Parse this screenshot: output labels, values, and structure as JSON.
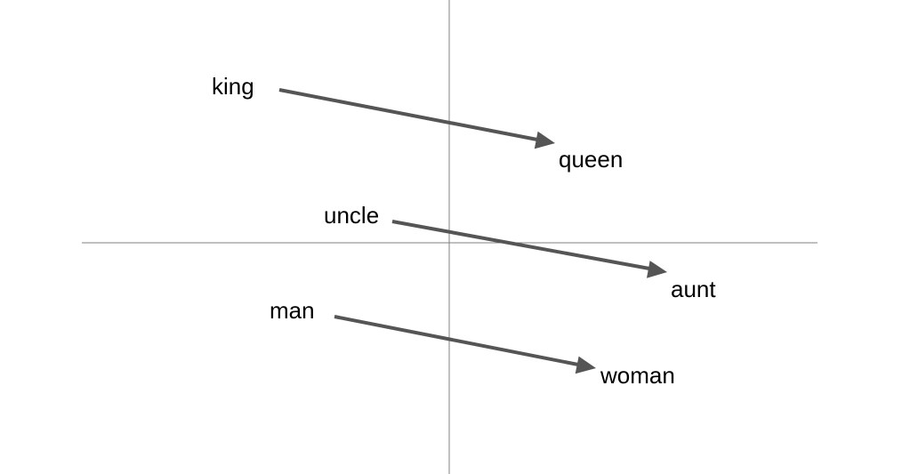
{
  "words": {
    "king": "king",
    "queen": "queen",
    "uncle": "uncle",
    "aunt": "aunt",
    "man": "man",
    "woman": "woman"
  },
  "colors": {
    "arrow": "#555555",
    "axis": "#808080",
    "text": "#000000"
  }
}
